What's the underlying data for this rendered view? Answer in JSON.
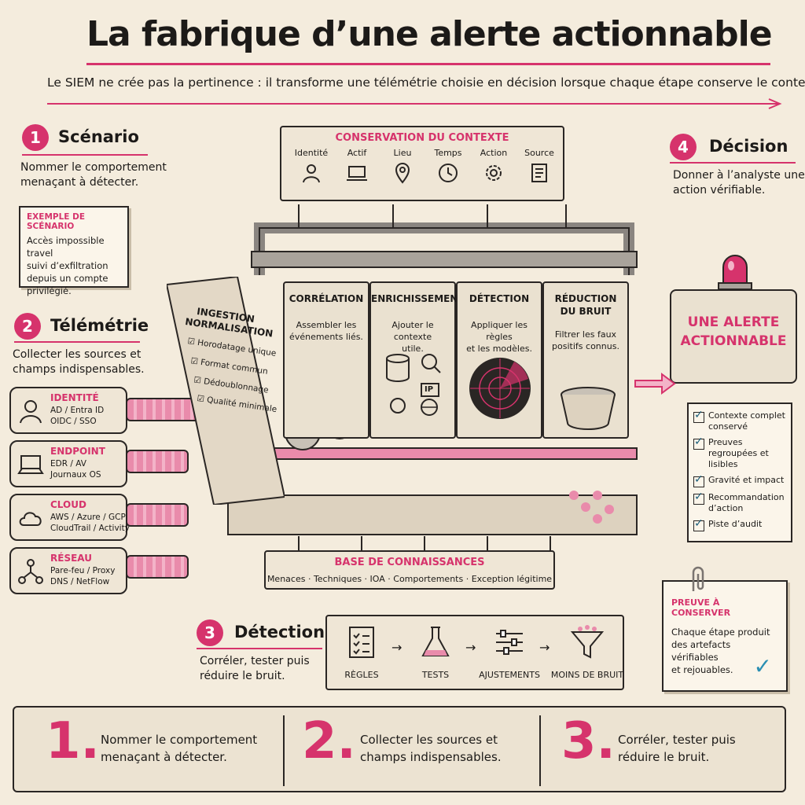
{
  "title": "La fabrique d’une alerte actionnable",
  "subtitle": "Le SIEM ne crée pas la pertinence : il transforme une télémétrie choisie en décision lorsque chaque étape conserve le contexte.",
  "steps": [
    {
      "num": "1",
      "title": "Scénario",
      "text1": "Nommer le comportement",
      "text2": "menaçant à détecter."
    },
    {
      "num": "2",
      "title": "Télémétrie",
      "text1": "Collecter les sources et",
      "text2": "champs indispensables."
    },
    {
      "num": "3",
      "title": "Détection",
      "text1": "Corréler, tester puis",
      "text2": "réduire le bruit."
    },
    {
      "num": "4",
      "title": "Décision",
      "text1": "Donner à l’analyste une",
      "text2": "action vérifiable."
    }
  ],
  "example": {
    "label": "EXEMPLE DE SCÉNARIO",
    "lines": [
      "Accès impossible travel",
      "suivi d’exfiltration",
      "depuis un compte",
      "privilégié."
    ]
  },
  "sources": [
    {
      "name": "IDENTITÉ",
      "l1": "AD / Entra ID",
      "l2": "OIDC / SSO",
      "icon": "user-icon"
    },
    {
      "name": "ENDPOINT",
      "l1": "EDR / AV",
      "l2": "Journaux OS",
      "icon": "laptop-icon"
    },
    {
      "name": "CLOUD",
      "l1": "AWS / Azure / GCP",
      "l2": "CloudTrail / Activity",
      "icon": "cloud-icon"
    },
    {
      "name": "RÉSEAU",
      "l1": "Pare-feu / Proxy",
      "l2": "DNS / NetFlow",
      "icon": "network-icon"
    }
  ],
  "context": {
    "header": "CONSERVATION DU CONTEXTE",
    "items": [
      "Identité",
      "Actif",
      "Lieu",
      "Temps",
      "Action",
      "Source"
    ]
  },
  "ingestion": {
    "title1": "INGESTION",
    "title2": "NORMALISATION",
    "items": [
      "Horodatage unique",
      "Format commun",
      "Dédoublonnage",
      "Qualité minimale"
    ]
  },
  "panels": [
    {
      "title1": "CORRÉLATION",
      "title2": "",
      "desc1": "Assembler les",
      "desc2": "événements liés."
    },
    {
      "title1": "ENRICHISSEMENT",
      "title2": "",
      "desc1": "Ajouter le contexte",
      "desc2": "utile."
    },
    {
      "title1": "DÉTECTION",
      "title2": "",
      "desc1": "Appliquer les règles",
      "desc2": "et les modèles."
    },
    {
      "title1": "RÉDUCTION",
      "title2": "DU BRUIT",
      "desc1": "Filtrer les faux",
      "desc2": "positifs connus."
    }
  ],
  "ip_label": "IP",
  "knowledge": {
    "header": "BASE DE CONNAISSANCES",
    "items": "Menaces · Techniques · IOA · Comportements · Exception légitime"
  },
  "alert": {
    "line1": "UNE ALERTE",
    "line2": "ACTIONNABLE"
  },
  "checklist": [
    "Contexte complet conservé",
    "Preuves regroupées et lisibles",
    "Gravité et impact",
    "Recommandation d’action",
    "Piste d’audit"
  ],
  "proof": {
    "header": "PREUVE À CONSERVER",
    "lines": [
      "Chaque étape produit",
      "des artefacts vérifiables",
      "et rejouables."
    ]
  },
  "flow": [
    "RÈGLES",
    "TESTS",
    "AJUSTEMENTS",
    "MOINS DE BRUIT"
  ],
  "banner": [
    {
      "num": "1.",
      "l1": "Nommer le comportement",
      "l2": "menaçant à détecter."
    },
    {
      "num": "2.",
      "l1": "Collecter les sources et",
      "l2": "champs indispensables."
    },
    {
      "num": "3.",
      "l1": "Corréler, tester puis",
      "l2": "réduire le bruit."
    }
  ],
  "colors": {
    "accent": "#d6336c",
    "ink": "#2a2624",
    "paper": "#f4ecdd",
    "pipe": "#e98bab"
  }
}
